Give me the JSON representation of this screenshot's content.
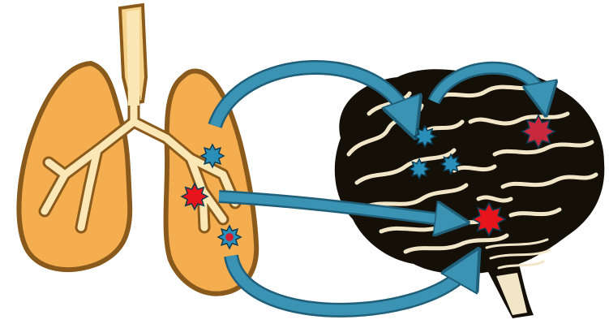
{
  "figure": {
    "panels": [
      {
        "name": "lungs",
        "icon": "lungs-icon"
      },
      {
        "name": "brain",
        "icon": "brain-icon"
      }
    ],
    "markers": {
      "lung": [
        {
          "kind": "star",
          "color": "#2a8fb8"
        },
        {
          "kind": "star",
          "color": "#e8141b"
        },
        {
          "kind": "star",
          "color": "#2a8fb8",
          "core": "#d41f30"
        }
      ],
      "brain": [
        {
          "kind": "star",
          "color": "#2a8fb8"
        },
        {
          "kind": "star",
          "color": "#2a8fb8"
        },
        {
          "kind": "star",
          "color": "#2a8fb8"
        },
        {
          "kind": "star",
          "color": "#c8283c"
        },
        {
          "kind": "star",
          "color": "#e8141b"
        }
      ]
    },
    "arrows": {
      "count": 4,
      "color": "#3a93b3",
      "outline": "#1f5f7a"
    },
    "colors": {
      "lung_fill": "#f4ad4f",
      "lung_outline": "#8a5a1c",
      "airway": "#fbe7b6",
      "brain_fill": "#f2e6c8",
      "brain_ink": "#141008"
    }
  }
}
